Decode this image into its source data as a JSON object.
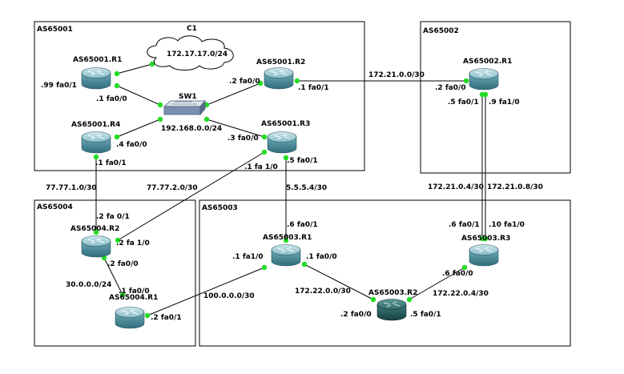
{
  "as_boxes": [
    {
      "id": "as65001",
      "label": "AS65001"
    },
    {
      "id": "as65002",
      "label": "AS65002"
    },
    {
      "id": "as65004",
      "label": "AS65004"
    },
    {
      "id": "as65003",
      "label": "AS65003"
    }
  ],
  "cloud": {
    "name": "C1",
    "subnet": "172.17.17.0/24"
  },
  "switch": {
    "name": "SW1",
    "subnet": "192.168.0.0/24"
  },
  "routers": [
    {
      "name": "AS65001.R1"
    },
    {
      "name": "AS65001.R2"
    },
    {
      "name": "AS65001.R3"
    },
    {
      "name": "AS65001.R4"
    },
    {
      "name": "AS65002.R1"
    },
    {
      "name": "AS65004.R2"
    },
    {
      "name": "AS65004.R1"
    },
    {
      "name": "AS65003.R1"
    },
    {
      "name": "AS65003.R2"
    },
    {
      "name": "AS65003.R3"
    }
  ],
  "interfaces": [
    ".99 fa0/1",
    ".1 fa0/0",
    ".2 fa0/0",
    ".1 fa0/1",
    ".4 fa0/0",
    ".1 fa0/1",
    ".3 fa0/0",
    ".5 fa0/1",
    ".1 fa 1/0",
    ".2 fa0/0",
    ".5 fa0/1",
    ".9 fa1/0",
    ".2 fa 0/1",
    ".2 fa 1/0",
    ".2 fa0/0",
    ".1 fa0/0",
    ".2 fa0/1",
    ".6 fa0/1",
    ".1 fa1/0",
    ".1 fa0/0",
    ".2 fa0/0",
    ".5 fa0/1",
    ".6 fa0/1",
    ".10 fa1/0",
    ".6 fa0/0"
  ],
  "subnets": [
    "172.21.0.0/30",
    "77.77.1.0/30",
    "77.77.2.0/30",
    "5.5.5.4/30",
    "172.21.0.4/30",
    "172.21.0.8/30",
    "30.0.0.0/24",
    "100.0.0.0/30",
    "172.22.0.0/30",
    "172.22.0.4/30"
  ],
  "colors": {
    "link_dot": "#22dd22",
    "router_body": "#4a8a9a",
    "router_top": "#9ccbd6",
    "router_dark": "#1f5a5a"
  }
}
